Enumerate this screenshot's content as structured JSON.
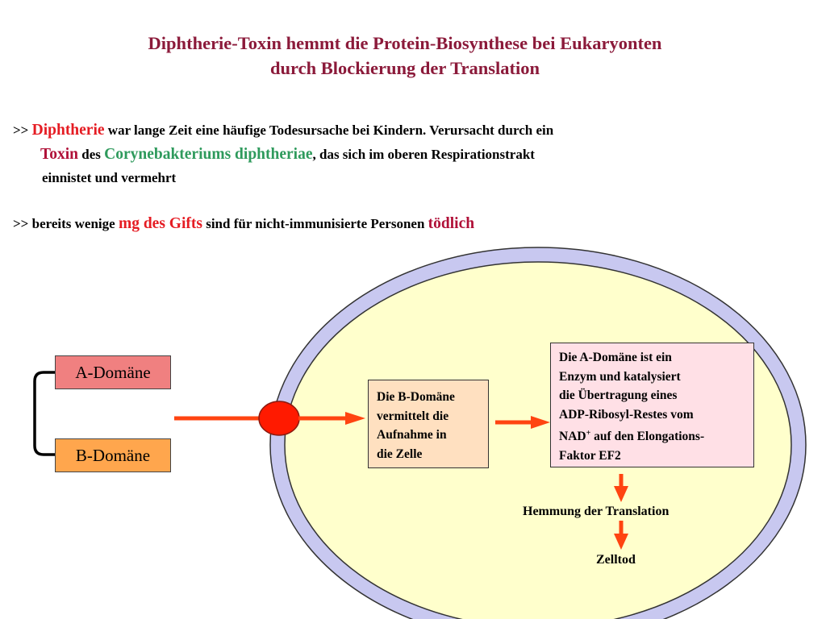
{
  "title": {
    "line1": "Diphtherie-Toxin hemmt die Protein-Biosynthese bei Eukaryonten",
    "line2": "durch Blockierung der Translation"
  },
  "para1": {
    "prefix": ">> ",
    "diphtherie": "Diphtherie",
    "line1_rest": " war lange Zeit eine häufige Todesursache bei Kindern. Verursacht  durch ein",
    "toxin": "Toxin",
    "des": " des ",
    "coryne": "Corynebakteriums diphtheriae",
    "line2_rest": ", das sich im oberen Respirationstrakt",
    "line3": "einnistet und vermehrt"
  },
  "para2": {
    "prefix": ">> bereits wenige ",
    "mg": "mg des Gifts",
    "middle": " sind für nicht-immunisierte Personen ",
    "toedlich": "tödlich"
  },
  "domains": {
    "a": "A-Domäne",
    "b": "B-Domäne"
  },
  "boxes": {
    "b_domain": [
      "Die B-Domäne",
      "vermittelt die",
      "Aufnahme in",
      "die Zelle"
    ],
    "a_domain": {
      "line1": "Die A-Domäne ist ein",
      "line2": "Enzym und katalysiert",
      "line3": "die Übertragung  eines",
      "line4": "ADP-Ribosyl-Restes vom",
      "line5_pre": "NAD",
      "line5_sup": "+",
      "line5_post": " auf den Elongations-",
      "line6": "Faktor EF2"
    }
  },
  "labels": {
    "inhibition": "Hemmung der Translation",
    "death": "Zelltod"
  },
  "colors": {
    "title": "#8b1a3a",
    "cell_membrane": "#c8c8f0",
    "cytoplasm": "#ffffcc",
    "arrow": "#ff4411",
    "a_domain_fill": "#f08080",
    "b_domain_fill": "#ffa64d",
    "b_box_fill": "#ffe0c0",
    "a_box_fill": "#ffe0e6"
  }
}
